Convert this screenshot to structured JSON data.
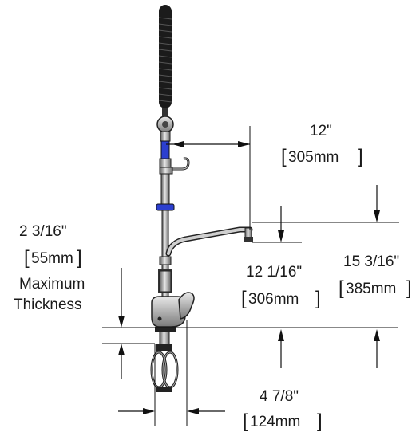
{
  "dimensions": {
    "spout_reach": {
      "imperial": "12\"",
      "metric": "305mm"
    },
    "max_thickness": {
      "imperial": "2 3/16\"",
      "metric": "55mm",
      "line1": "Maximum",
      "line2": "Thickness"
    },
    "spout_height": {
      "imperial": "12 1/16\"",
      "metric": "306mm"
    },
    "overall_height": {
      "imperial": "15 3/16\"",
      "metric": "385mm"
    },
    "center_width": {
      "imperial": "4 7/8\"",
      "metric": "124mm"
    }
  },
  "brackets": {
    "open": "[",
    "close": "]"
  },
  "colors": {
    "line": "#111111",
    "chrome": "#8c8c8c",
    "hose": "#1b1b1b",
    "accent_blue": "#2c3fcf"
  }
}
